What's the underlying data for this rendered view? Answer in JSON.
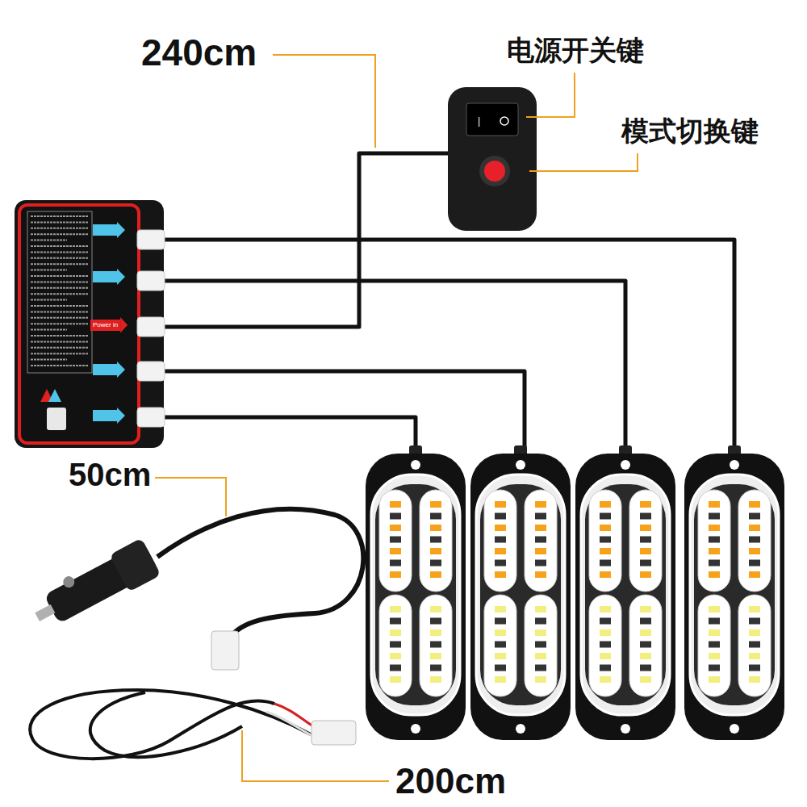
{
  "diagram": {
    "nodes": [
      {
        "text": [
          "Power in"
        ]
      }
    ],
    "labels": [
      "240cm",
      "电源开关键",
      "模式切换键",
      "50cm",
      "200cm"
    ]
  }
}
